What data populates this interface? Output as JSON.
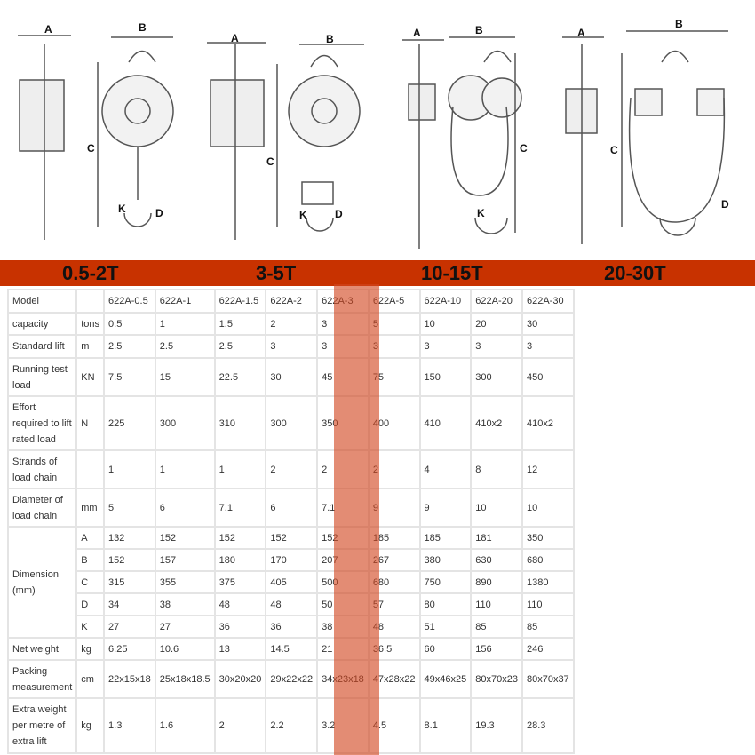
{
  "diagrams": [
    {
      "A": "A",
      "B": "B",
      "C": "C",
      "K": "K",
      "D": "D"
    },
    {
      "A": "A",
      "B": "B",
      "C": "C",
      "K": "K",
      "D": "D"
    },
    {
      "A": "A",
      "B": "B",
      "C": "C",
      "K": "K"
    },
    {
      "A": "A",
      "B": "B",
      "C": "C",
      "D": "D"
    }
  ],
  "banner": [
    "0.5-2T",
    "3-5T",
    "10-15T",
    "20-30T"
  ],
  "highlight_color": "#d2461e",
  "table": {
    "rows": [
      {
        "label": "Model",
        "unit": "",
        "values": [
          "622A-0.5",
          "622A-1",
          "622A-1.5",
          "622A-2",
          "622A-3",
          "622A-5",
          "622A-10",
          "622A-20",
          "622A-30"
        ]
      },
      {
        "label": "capacity",
        "unit": "tons",
        "values": [
          "0.5",
          "1",
          "1.5",
          "2",
          "3",
          "5",
          "10",
          "20",
          "30"
        ]
      },
      {
        "label": "Standard lift",
        "unit": "m",
        "values": [
          "2.5",
          "2.5",
          "2.5",
          "3",
          "3",
          "3",
          "3",
          "3",
          "3"
        ]
      },
      {
        "label": "Running test load",
        "unit": "KN",
        "values": [
          "7.5",
          "15",
          "22.5",
          "30",
          "45",
          "75",
          "150",
          "300",
          "450"
        ]
      },
      {
        "label": "Effort required to lift rated load",
        "unit": "N",
        "values": [
          "225",
          "300",
          "310",
          "300",
          "350",
          "400",
          "410",
          "410x2",
          "410x2"
        ]
      },
      {
        "label": "Strands of load chain",
        "unit": "",
        "values": [
          "1",
          "1",
          "1",
          "2",
          "2",
          "2",
          "4",
          "8",
          "12"
        ]
      },
      {
        "label": "Diameter of load chain",
        "unit": "mm",
        "values": [
          "5",
          "6",
          "7.1",
          "6",
          "7.1",
          "9",
          "9",
          "10",
          "10"
        ]
      },
      {
        "label": "Dimension (mm)",
        "unit": "A",
        "values": [
          "132",
          "152",
          "152",
          "152",
          "152",
          "185",
          "185",
          "181",
          "350"
        ]
      },
      {
        "label": "",
        "unit": "B",
        "values": [
          "152",
          "157",
          "180",
          "170",
          "207",
          "267",
          "380",
          "630",
          "680"
        ]
      },
      {
        "label": "",
        "unit": "C",
        "values": [
          "315",
          "355",
          "375",
          "405",
          "500",
          "680",
          "750",
          "890",
          "1380"
        ]
      },
      {
        "label": "",
        "unit": "D",
        "values": [
          "34",
          "38",
          "48",
          "48",
          "50",
          "57",
          "80",
          "110",
          "110"
        ]
      },
      {
        "label": "",
        "unit": "K",
        "values": [
          "27",
          "27",
          "36",
          "36",
          "38",
          "48",
          "51",
          "85",
          "85"
        ]
      },
      {
        "label": "Net weight",
        "unit": "kg",
        "values": [
          "6.25",
          "10.6",
          "13",
          "14.5",
          "21",
          "36.5",
          "60",
          "156",
          "246"
        ]
      },
      {
        "label": "Packing measurement",
        "unit": "cm",
        "values": [
          "22x15x18",
          "25x18x18.5",
          "30x20x20",
          "29x22x22",
          "34x23x18",
          "47x28x22",
          "49x46x25",
          "80x70x23",
          "80x70x37"
        ]
      },
      {
        "label": "Extra weight per metre of extra lift",
        "unit": "kg",
        "values": [
          "1.3",
          "1.6",
          "2",
          "2.2",
          "3.2",
          "4.5",
          "8.1",
          "19.3",
          "28.3"
        ]
      }
    ]
  }
}
